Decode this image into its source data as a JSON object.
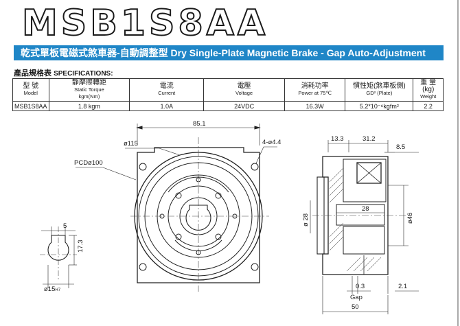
{
  "title": "MSB1S8AA",
  "banner": "乾式單板電磁式煞車器-自動調整型 Dry Single-Plate Magnetic Brake - Gap Auto-Adjustment",
  "spec_label": {
    "zh": "產品規格表",
    "en": "SPECIFICATIONS:"
  },
  "table": {
    "headers": [
      {
        "zh": "型 號",
        "en": "Model"
      },
      {
        "zh": "靜摩擦轉距",
        "en": "Static Torque",
        "en2": "kgm(Nm)"
      },
      {
        "zh": "電流",
        "en": "Current"
      },
      {
        "zh": "電壓",
        "en": "Voltage"
      },
      {
        "zh": "消耗功率",
        "en": "Power at 75℃"
      },
      {
        "zh": "慣性矩(煞車板側)",
        "en": "GD² (Plate)"
      },
      {
        "zh": "重 量 (kg)",
        "en": "Weight"
      }
    ],
    "row": [
      "MSB1S8AA",
      "1.8 kgm",
      "1.0A",
      "24VDC",
      "16.3W",
      "5.2*10⁻⁶kgfm²",
      "2.2"
    ]
  },
  "dims": {
    "width_85": "85.1",
    "bore_115": "ø115",
    "holes": "4-ø4.4",
    "pcd": "PCDø100",
    "key_5": "5",
    "key_173": "17.3",
    "shaft": "ø15",
    "shaft_tol": "H7",
    "d133": "13.3",
    "d312": "31.2",
    "d85": "8.5",
    "d28": "28",
    "dia28": "ø 28",
    "dia46": "ø46",
    "d03": "0.3",
    "gap": "Gap",
    "d21": "2.1",
    "d50": "50"
  }
}
